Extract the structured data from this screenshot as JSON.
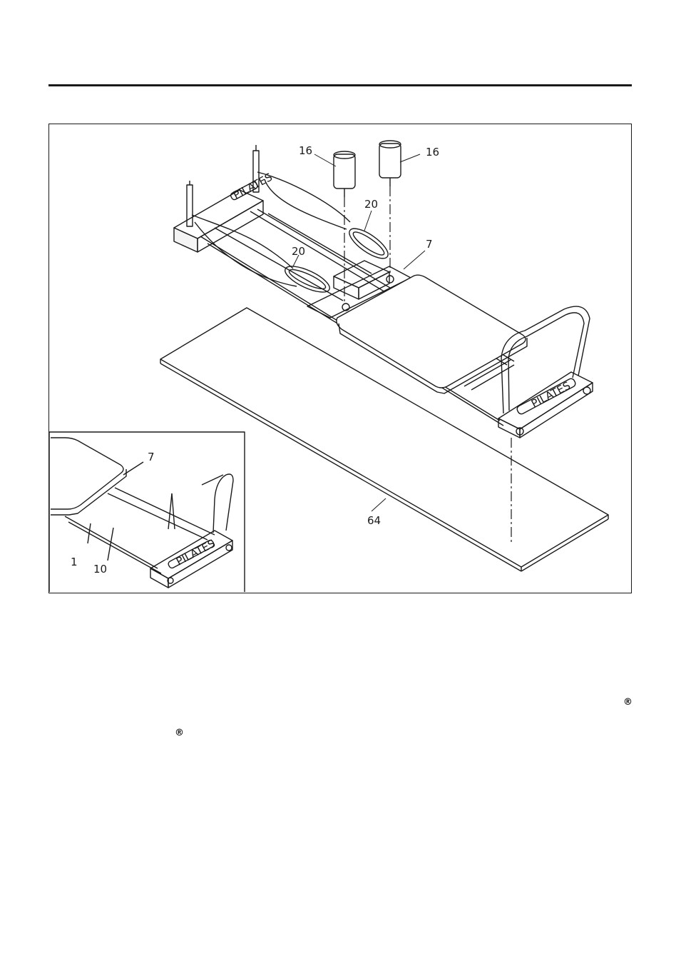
{
  "page": {
    "registered_mark": "®"
  },
  "diagram": {
    "brand_label": "PILATES",
    "callouts": {
      "weight_left": "16",
      "weight_right": "16",
      "strap_upper": "20",
      "strap_lower": "20",
      "carriage": "7",
      "mat": "64"
    },
    "inset_callouts": {
      "carriage": "7",
      "frame": "1",
      "rail": "10"
    }
  }
}
